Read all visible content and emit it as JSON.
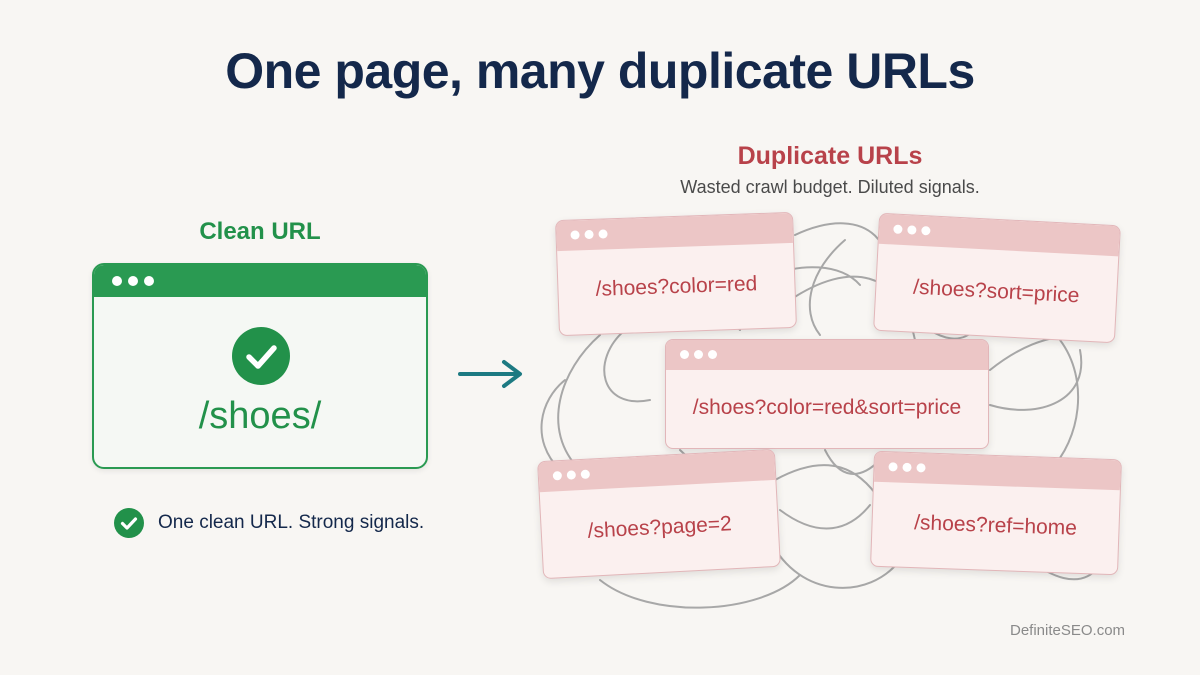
{
  "title": "One page, many duplicate URLs",
  "clean": {
    "label": "Clean URL",
    "url": "/shoes/",
    "caption": "One clean URL. Strong signals."
  },
  "duplicates": {
    "title": "Duplicate URLs",
    "subtitle": "Wasted crawl budget. Diluted signals.",
    "urls": [
      "/shoes?color=red",
      "/shoes?sort=price",
      "/shoes?color=red&sort=price",
      "/shoes?page=2",
      "/shoes?ref=home"
    ]
  },
  "brand": "DefiniteSEO.com",
  "colors": {
    "clean_green": "#22914a",
    "duplicate_red": "#b8424a",
    "title_navy": "#14284b",
    "arrow_teal": "#1d7a82"
  },
  "icons": {
    "clean_check": "check-circle-icon",
    "arrow": "arrow-right-icon"
  }
}
